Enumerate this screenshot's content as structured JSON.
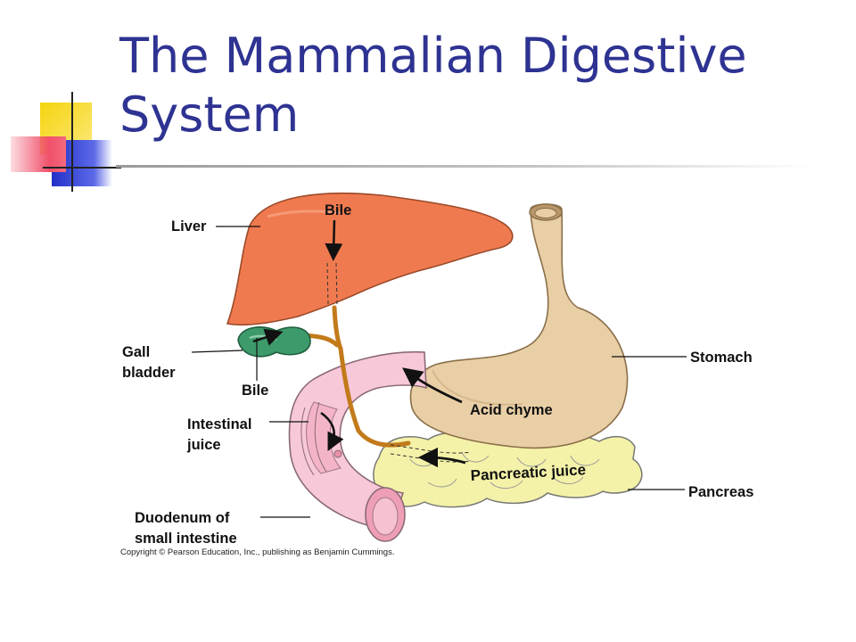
{
  "slide": {
    "title_line1": "The Mammalian Digestive",
    "title_line2": "System"
  },
  "labels": {
    "liver": "Liver",
    "bile_top": "Bile",
    "gall_line1": "Gall",
    "gall_line2": "bladder",
    "bile_bottom": "Bile",
    "intestinal_line1": "Intestinal",
    "intestinal_line2": "juice",
    "duodenum_line1": "Duodenum of",
    "duodenum_line2": "small intestine",
    "stomach": "Stomach",
    "acid_chyme": "Acid chyme",
    "pancreatic_juice": "Pancreatic juice",
    "pancreas": "Pancreas"
  },
  "copyright": "Copyright © Pearson Education, Inc., publishing as Benjamin Cummings.",
  "colors": {
    "title": "#2E3392",
    "liver": "#F07A4F",
    "gall_bladder": "#3D9A6A",
    "stomach": "#E9CFA6",
    "pancreas": "#F4F2A8",
    "duodenum": "#F7C8D8",
    "bile_duct": "#C27A1A",
    "deco_yellow": "#F7D417",
    "deco_blue": "#2F3FD0",
    "deco_red": "#F0506A"
  }
}
